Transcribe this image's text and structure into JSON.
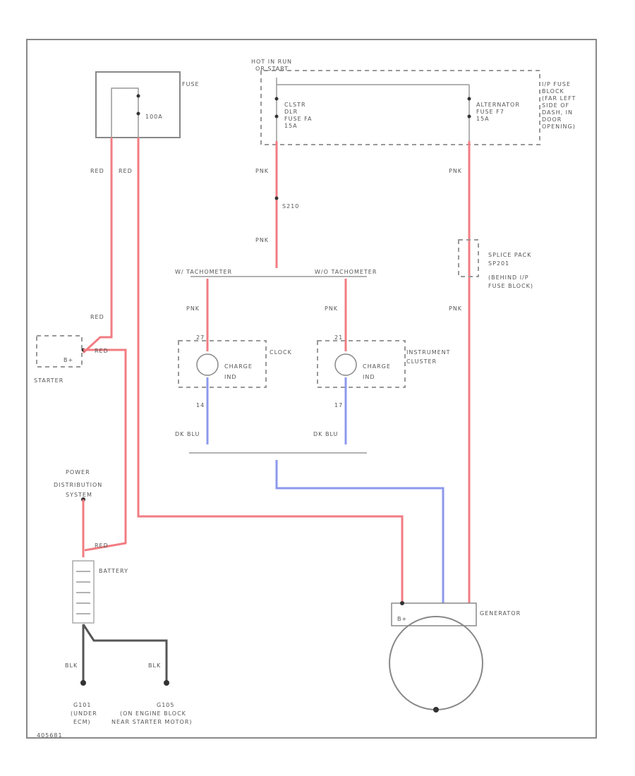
{
  "hot_in_run": "HOT IN RUN OR START",
  "fuse_block_note": [
    "I/P FUSE",
    "BLOCK",
    "(FAR LEFT",
    "SIDE OF",
    "DASH, IN",
    "DOOR",
    "OPENING)"
  ],
  "fuse_top": {
    "label": "FUSE",
    "rating": "100A"
  },
  "fuse_fa": [
    "CLSTR",
    "DLR",
    "FUSE FA",
    "15A"
  ],
  "fuse_f7": [
    "ALTERNATOR",
    "FUSE F7",
    "15A"
  ],
  "splice_s201": "S210",
  "splice_pack": [
    "SPLICE PACK",
    "SP201",
    "(BEHIND I/P",
    "FUSE BLOCK)"
  ],
  "tach_w": "W/ TACHOMETER",
  "tach_wo": "W/O TACHOMETER",
  "clock": "CLOCK",
  "instrument_cluster": [
    "INSTRUMENT",
    "CLUSTER"
  ],
  "charge_ind": [
    "CHARGE",
    "IND"
  ],
  "pins": {
    "clock_top": "27",
    "clock_bot": "14",
    "ic_top": "21",
    "ic_bot": "17"
  },
  "starter": "STARTER",
  "starter_b": "B+",
  "pds": [
    "POWER",
    "DISTRIBUTION",
    "SYSTEM"
  ],
  "battery": "BATTERY",
  "generator": "GENERATOR",
  "generator_b": "B+",
  "ground_left": [
    "G101",
    "(UNDER",
    "ECM)"
  ],
  "ground_right": [
    "G105",
    "(ON ENGINE BLOCK",
    "NEAR STARTER MOTOR)"
  ],
  "wire_colors": {
    "red": "RED",
    "pnk": "PNK",
    "dkblu": "DK BLU",
    "blk": "BLK"
  },
  "footer_id": "405681",
  "colors": {
    "red_wire": "#f27c82",
    "blue_wire": "#8c98ec",
    "black_wire": "#555555"
  }
}
